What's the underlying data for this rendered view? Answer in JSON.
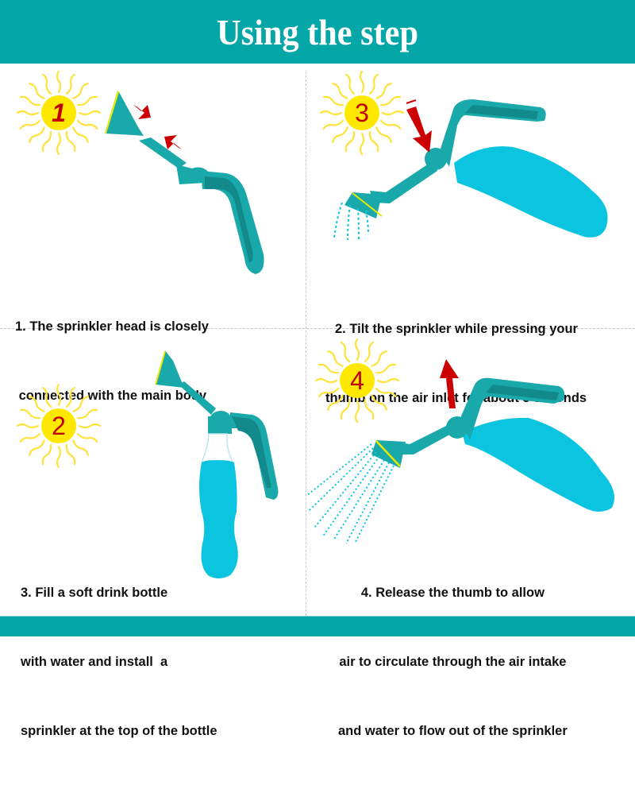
{
  "header": {
    "title": "Using the step"
  },
  "colors": {
    "brand_teal": "#05a6a7",
    "sprinkler_teal": "#1aa9aa",
    "grip_dark_teal": "#128a8b",
    "water_blue": "#0bc4e0",
    "arrow_red": "#cc0000",
    "sun_yellow": "#ffe800",
    "number_red": "#c00000"
  },
  "panels": [
    {
      "id": "top-left",
      "badge_number": "1",
      "badge_icon": "sun-icon",
      "illustration": "sprinkler-head-connecting",
      "arrow": "converging-arrows",
      "caption_lines": [
        "1. The sprinkler head is closely",
        " connected with the main body"
      ]
    },
    {
      "id": "top-right",
      "badge_number": "3",
      "badge_icon": "sun-icon",
      "illustration": "tilted-sprinkler-press-thumb",
      "arrow": "down-arrow",
      "caption_lines": [
        "2. Tilt the sprinkler while pressing your",
        "thumb on the air inlet for about 3 seconds"
      ]
    },
    {
      "id": "bottom-left",
      "badge_number": "2",
      "badge_icon": "sun-icon",
      "illustration": "bottle-with-sprinkler",
      "caption_lines": [
        "3. Fill a soft drink bottle",
        "with water and install  a",
        "sprinkler at the top of the bottle"
      ]
    },
    {
      "id": "bottom-right",
      "badge_number": "4",
      "badge_icon": "sun-icon",
      "illustration": "sprinkler-spraying-water",
      "arrow": "up-arrow",
      "caption_lines": [
        "4. Release the thumb to allow",
        "air to circulate through the air intake",
        "and water to flow out of the sprinkler"
      ]
    }
  ]
}
